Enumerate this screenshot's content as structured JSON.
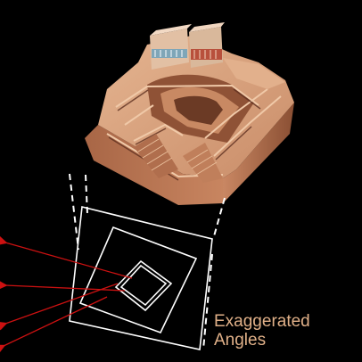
{
  "caption": {
    "line1": "Exaggerated",
    "line2": "Angles"
  },
  "colors": {
    "background": "#000000",
    "outline": "#ffffff",
    "arrow": "#cc1111",
    "caption_text": "#e0b088",
    "stone_light": "#d9a17a",
    "stone_mid": "#b8785a",
    "stone_dark": "#6b3a25",
    "stripe_blue": "#7fa6b8",
    "stripe_red": "#b8503c"
  },
  "icons": {
    "model": "pyramid-temple-model",
    "plan": "nested-square-plan",
    "arrows": "red-arrow"
  }
}
